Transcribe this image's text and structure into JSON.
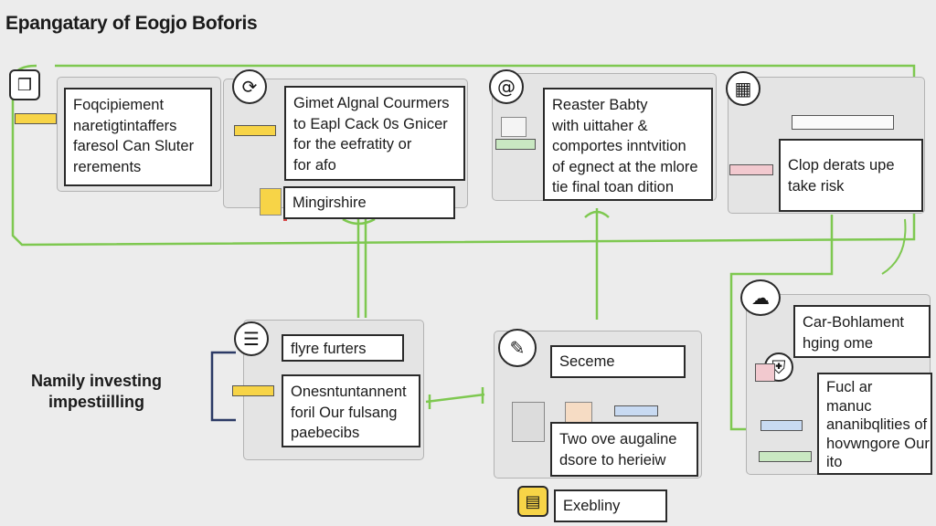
{
  "title": "Epangatary of Eogjo Boforis",
  "side_label": [
    "Namily investing",
    "impestiilling"
  ],
  "boxes": {
    "b1": [
      "Foqcipiement",
      "naretigtintaffers",
      "faresol Can Sluter",
      "rerements"
    ],
    "b2": [
      "Gimet Algnal Courmers",
      "to Eapl Cack 0s Gnicer",
      "for the eefratity or",
      "for afo"
    ],
    "b3": [
      "Mingirshire"
    ],
    "b4": [
      "Reaster Babty",
      "with uittaher &",
      "comportes inntvition",
      "of egnect at the mlore",
      "tie final toan dition"
    ],
    "b5": [
      "Clop derats upe",
      "take risk"
    ],
    "b6": [
      "Car-Bohlament",
      "hging ome"
    ],
    "b7": [
      "Fucl ar",
      "manuc",
      "ananibqlities of",
      "hovwngore Our",
      "ito"
    ],
    "b8": [
      "flyre furters"
    ],
    "b9": [
      "Onesntuntannent",
      "foril Our fulsang",
      "paebecibs"
    ],
    "b10": [
      "Seceme"
    ],
    "b11": [
      "Two ove augaline",
      "dsore to herieiw"
    ],
    "b12": [
      "Exebliny"
    ]
  },
  "icons": {
    "i1": "clipboard-icon",
    "i2": "refresh-icon",
    "i3": "at-sign-icon",
    "i4": "grid-icon",
    "i5": "handshake-cloud-icon",
    "i6": "document-list-icon",
    "i7": "document-edit-icon",
    "i8": "clipboard-list-icon",
    "i9": "shield-icon"
  },
  "colors": {
    "connector": "#7ec850",
    "connector_dark": "#2c3a66",
    "accent_yellow": "#f7d447",
    "accent_red": "#d94b4b"
  }
}
